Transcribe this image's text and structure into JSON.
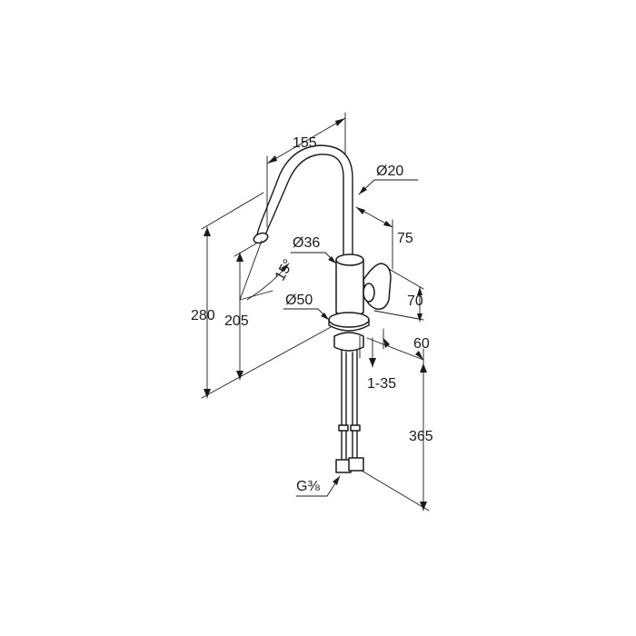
{
  "dimensions": {
    "spout_reach": "155",
    "spout_diameter": "Ø20",
    "handle_offset": "75",
    "body_diameter": "Ø36",
    "swivel_angle": "15°",
    "base_diameter": "Ø50",
    "handle_height": "70",
    "base_offset": "60",
    "total_height": "280",
    "spout_height": "205",
    "counter_thickness": "1-35",
    "hose_length": "365",
    "connection_thread": "G⅜"
  }
}
